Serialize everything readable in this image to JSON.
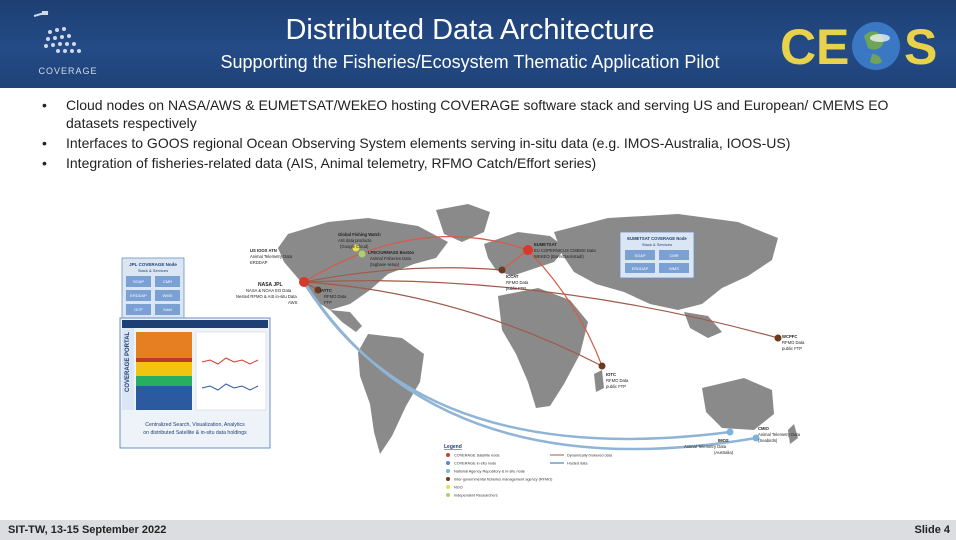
{
  "header": {
    "logo_label": "COVERAGE",
    "title": "Distributed Data Architecture",
    "subtitle": "Supporting the Fisheries/Ecosystem Thematic Application Pilot",
    "ceos_logo": "CEOS"
  },
  "bullets": [
    "Cloud nodes on NASA/AWS & EUMETSAT/WEkEO hosting COVERAGE software stack and serving US and European/ CMEMS EO datasets respectively",
    "Interfaces to GOOS regional Ocean Observing System elements serving in-situ data (e.g. IMOS-Australia, IOOS-US)",
    "Integration of fisheries-related data (AIS, Animal telemetry, RFMO Catch/Effort series)"
  ],
  "map": {
    "jpl_node": {
      "title": "JPL COVERAGE Node",
      "sub": "Stack & Services",
      "cells": [
        "SOAP",
        "CMR",
        "ERDDAP",
        "WMS",
        "OCP",
        "SAM"
      ]
    },
    "eum_node": {
      "title": "EUMETSAT COVERAGE Node",
      "sub": "Stack & Services",
      "cells": [
        "SOAP",
        "CMR",
        "ERDDAP",
        "WMS"
      ]
    },
    "portal": {
      "side": "COVERAGE PORTAL",
      "caption1": "Centralized Search, Visualization, Analytics",
      "caption2": "on distributed Satellite & in-situ data holdings"
    },
    "labels": {
      "ioos": "US IOOS ATN",
      "ioos_sub": "Animal Telemetry Data",
      "ioos_sub2": "ERDDAP",
      "gfw": "Global Fishing Watch",
      "gfw_sub": "AIS data products",
      "gfw_sub2": "(Google Cloud)",
      "lpec": "LPEC/URMASS Boston",
      "lpec_sub": "Animal Fisheries Data",
      "lpec_sub2": "(tagbase setup)",
      "nasa": "NASA JPL",
      "nasa_sub1": "NASA & NOAA EO Data",
      "nasa_sub2": "Nested RFMO & AIS in-situ Data",
      "nasa_sub3": "AWS",
      "iattc": "IATTC",
      "iattc_sub1": "RFMO Data",
      "iattc_sub2": "FTP",
      "eumetsat": "EUMETSAT",
      "eum_sub1": "EU COPERNICUS CMEMS Data",
      "eum_sub2": "WEKEO (Bonn/Darmstadt)",
      "iccat": "ICCAT",
      "iccat_sub1": "RFMO Data",
      "iccat_sub2": "public FTP",
      "iotc": "IOTC",
      "iotc_sub1": "RFMO Data",
      "iotc_sub2": "public FTP",
      "wcpfc": "WCPFC",
      "wcpfc_sub1": "RFMO Data",
      "wcpfc_sub2": "public FTP",
      "imos": "IMOS",
      "imos_sub1": "Animal Telemetry Data",
      "imos_sub2": "(Australia)",
      "ccmo": "CMIO",
      "ccmo_sub1": "Animal Telemetry Data",
      "ccmo_sub2": "(Seabirds)"
    },
    "legend": {
      "title": "Legend",
      "items": [
        {
          "text": "COVERAGE Satellite node",
          "color": "#d63a2a"
        },
        {
          "text": "COVERAGE in-situ node",
          "color": "#6a7fd4"
        },
        {
          "text": "National Agency Repository & in-situ node",
          "color": "#7bb3e0"
        },
        {
          "text": "Inter-governmental fisheries management agency (RFMO)",
          "color": "#6b3a1f"
        },
        {
          "text": "NGO",
          "color": "#e8e04a"
        },
        {
          "text": "Independent Researchers",
          "color": "#a8d36a"
        }
      ],
      "lines": [
        "Dynamically brokered data",
        "Hosted data"
      ]
    }
  },
  "footer": {
    "left": "SIT-TW, 13-15 September 2022",
    "right": "Slide 4"
  }
}
